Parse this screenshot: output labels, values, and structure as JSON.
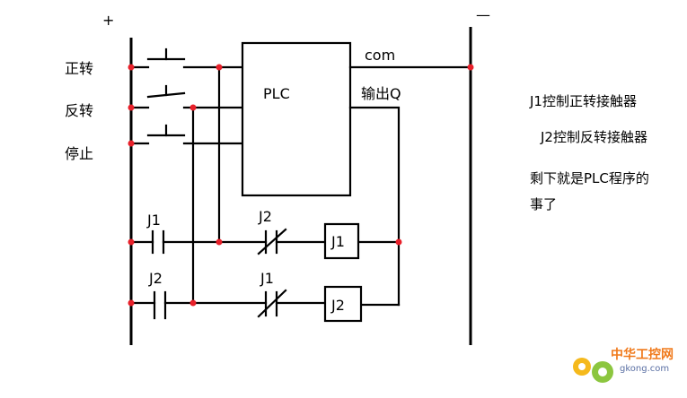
{
  "power": {
    "positive": "+",
    "negative": "—"
  },
  "buttons": {
    "forward": "正转",
    "reverse": "反转",
    "stop": "停止"
  },
  "plc": {
    "label": "PLC",
    "com": "com",
    "output": "输出Q"
  },
  "coils": {
    "j1": "J1",
    "j2": "J2"
  },
  "contacts": {
    "j1_no": "J1",
    "j2_nc": "J2",
    "j2_no": "J2",
    "j1_nc": "J1"
  },
  "notes": {
    "line1": "J1控制正转接触器",
    "line2": "J2控制反转接触器",
    "line3": "剩下就是PLC程序的",
    "line4": "事了"
  },
  "watermark": {
    "name": "中华工控网",
    "url": "gkong.com"
  },
  "colors": {
    "junction": "#e8202a",
    "line": "#000000"
  }
}
